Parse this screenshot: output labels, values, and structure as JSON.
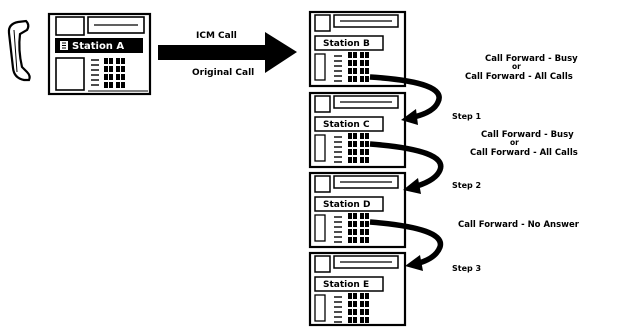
{
  "station_a": {
    "label": "Station A"
  },
  "arrow_main": {
    "line1": "ICM Call",
    "line2": "Original Call"
  },
  "stations": [
    {
      "label": "Station B"
    },
    {
      "label": "Station C"
    },
    {
      "label": "Station D"
    },
    {
      "label": "Station E"
    }
  ],
  "transitions": [
    {
      "line1": "Call Forward - Busy",
      "or": "or",
      "line2": "Call Forward - All Calls",
      "step": "Step 1"
    },
    {
      "line1": "Call Forward - Busy",
      "or": "or",
      "line2": "Call Forward - All Calls",
      "step": "Step 2"
    },
    {
      "line1": "Call Forward - No Answer",
      "step": "Step 3"
    }
  ]
}
